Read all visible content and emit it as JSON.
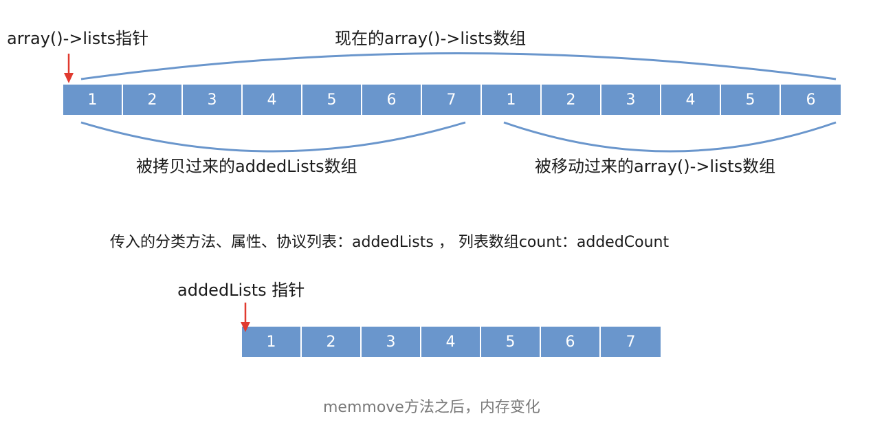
{
  "top": {
    "pointer_label": "array()->lists指针",
    "span_label": "现在的array()->lists数组",
    "copied_label": "被拷贝过来的addedLists数组",
    "moved_label": "被移动过来的array()->lists数组",
    "copied_cells": [
      "1",
      "2",
      "3",
      "4",
      "5",
      "6",
      "7"
    ],
    "moved_cells": [
      "1",
      "2",
      "3",
      "4",
      "5",
      "6"
    ]
  },
  "params_text": "传入的分类方法、属性、协议列表：addedLists ， 列表数组count：addedCount",
  "bottom": {
    "pointer_label": "addedLists 指针",
    "cells": [
      "1",
      "2",
      "3",
      "4",
      "5",
      "6",
      "7"
    ]
  },
  "caption": "memmove方法之后，内存变化",
  "colors": {
    "cell_fill": "#6a96cc",
    "bracket": "#6a96cc",
    "pointer_arrow": "#e03a2f",
    "caption_text": "#7a7a7a"
  }
}
